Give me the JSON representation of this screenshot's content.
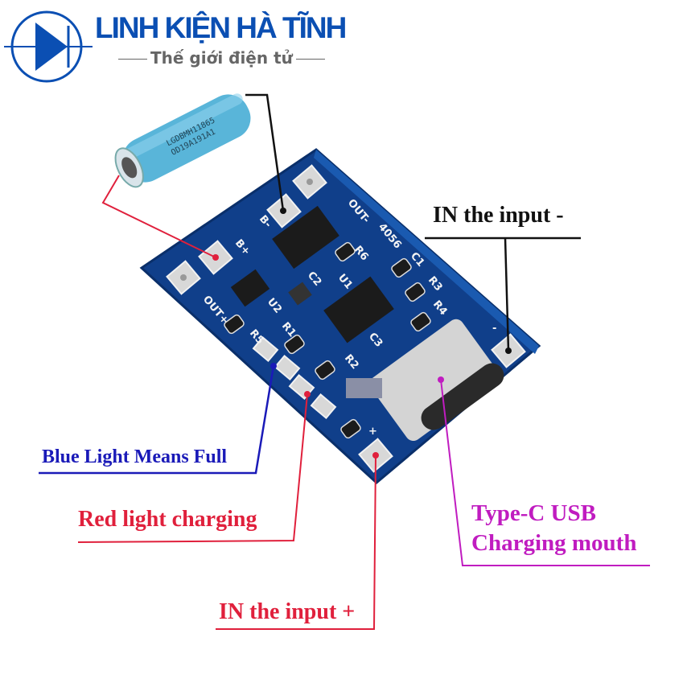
{
  "logo": {
    "brand": "LINH KIỆN HÀ TĨNH",
    "tagline": "Thế giới điện tử",
    "color": "#0b4fb3"
  },
  "battery": {
    "print_line1": "LGDBMH11865",
    "print_line2": "OD19A191A1"
  },
  "board": {
    "silkscreen": [
      "B+",
      "B-",
      "OUT-",
      "OUT+",
      "4056",
      "U1",
      "U2",
      "R1",
      "R2",
      "R3",
      "R4",
      "R5",
      "R6",
      "C1",
      "C2",
      "C3",
      "+",
      "-"
    ]
  },
  "labels": {
    "in_minus": "IN the input -",
    "blue_light": "Blue Light Means Full",
    "red_light": "Red light charging",
    "in_plus": "IN the input +",
    "typec_line1": "Type-C USB",
    "typec_line2": "Charging mouth"
  },
  "colors": {
    "blue_label": "#1a1ab8",
    "red_label": "#e0203c",
    "magenta_label": "#c01cc0",
    "black_label": "#111111",
    "pcb": "#103f8a"
  }
}
